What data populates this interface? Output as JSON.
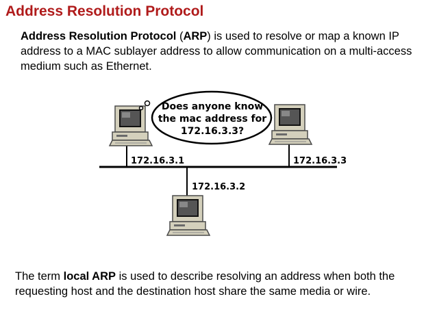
{
  "title": "Address Resolution Protocol",
  "intro": {
    "term_bold": "Address Resolution Protocol",
    "open_paren": " (",
    "abbr_bold": "ARP",
    "rest": ") is used to resolve or map a known IP address to a MAC sublayer address to allow communication on a multi-access medium such as Ethernet."
  },
  "diagram": {
    "bubble_lines": [
      "Does anyone know",
      "the mac address for",
      "172.16.3.3?"
    ],
    "hosts": [
      {
        "ip": "172.16.3.1"
      },
      {
        "ip": "172.16.3.3"
      },
      {
        "ip": "172.16.3.2"
      }
    ],
    "icon": "desktop-computer-icon"
  },
  "outro": {
    "lead": "The term ",
    "term_bold": "local ARP",
    "rest": " is used to describe resolving an address when both the requesting host and the destination host share the same media or wire."
  }
}
